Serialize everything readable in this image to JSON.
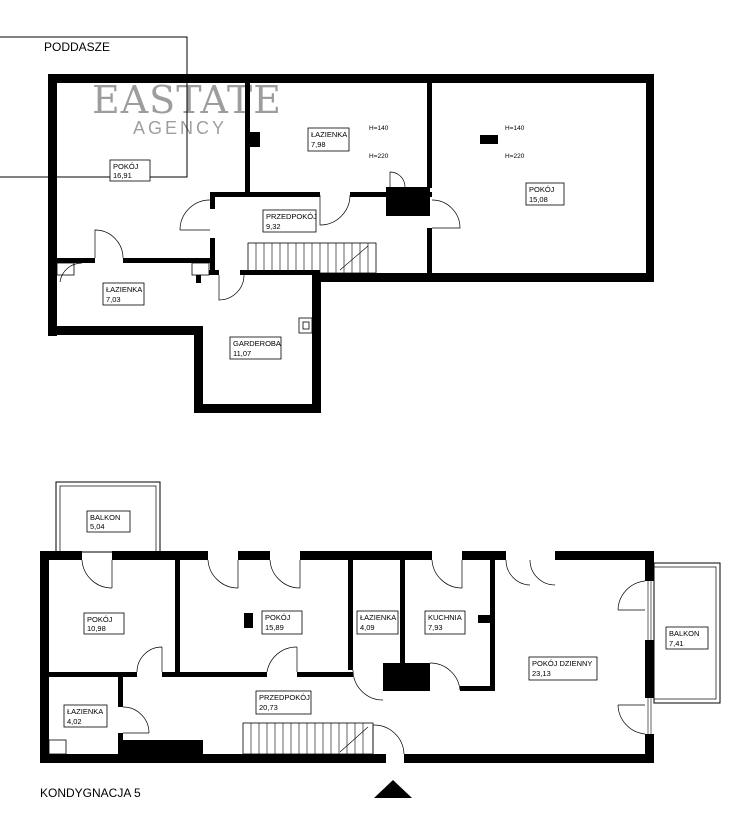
{
  "watermark": {
    "line1": "EASTATE",
    "line2": "AGENCY"
  },
  "upper_floor": {
    "title": "PODDASZE",
    "rooms": [
      {
        "name": "POKÓJ",
        "area": "16,91"
      },
      {
        "name": "ŁAZIENKA",
        "area": "7,98"
      },
      {
        "name": "POKÓJ",
        "area": "15,08"
      },
      {
        "name": "PRZEDPOKÓJ",
        "area": "9,32"
      },
      {
        "name": "ŁAZIENKA",
        "area": "7,03"
      },
      {
        "name": "GARDEROBA",
        "area": "11,07"
      }
    ],
    "heights": [
      "H=140",
      "H=220",
      "H=140",
      "H=220"
    ]
  },
  "lower_floor": {
    "title": "KONDYGNACJA 5",
    "rooms": [
      {
        "name": "BALKON",
        "area": "5,04"
      },
      {
        "name": "POKÓJ",
        "area": "10,98"
      },
      {
        "name": "POKÓJ",
        "area": "15,89"
      },
      {
        "name": "ŁAZIENKA",
        "area": "4,09"
      },
      {
        "name": "KUCHNIA",
        "area": "7,93"
      },
      {
        "name": "POKÓJ DZIENNY",
        "area": "23,13"
      },
      {
        "name": "BALKON",
        "area": "7,41"
      },
      {
        "name": "ŁAZIENKA",
        "area": "4,02"
      },
      {
        "name": "PRZEDPOKÓJ",
        "area": "20,73"
      }
    ]
  }
}
